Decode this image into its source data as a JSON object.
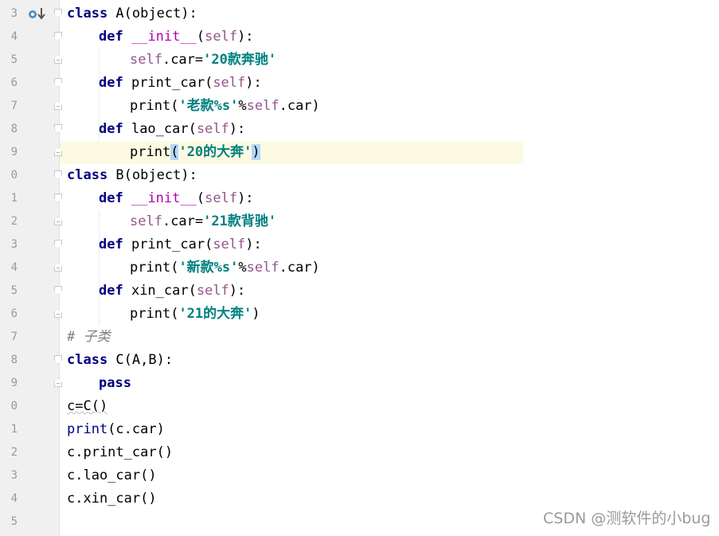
{
  "line_numbers": [
    "3",
    "4",
    "5",
    "6",
    "7",
    "8",
    "9",
    "0",
    "1",
    "2",
    "3",
    "4",
    "5",
    "6",
    "7",
    "8",
    "9",
    "0",
    "1",
    "2",
    "3",
    "4",
    "5"
  ],
  "code": {
    "l1": {
      "kw": "class",
      "rest": " A(object):"
    },
    "l2": {
      "kw": "def",
      "sp": " ",
      "magic": "__init__",
      "p1": "(",
      "self": "self",
      "p2": "):"
    },
    "l3": {
      "self": "self",
      "mid": ".car=",
      "str": "'20款奔驰'"
    },
    "l4": {
      "kw": "def",
      "name": " print_car(",
      "self": "self",
      "p2": "):"
    },
    "l5": {
      "fn": "print",
      "p1": "(",
      "str": "'老款%s'",
      "op": "%",
      "self": "self",
      "tail": ".car)"
    },
    "l6": {
      "kw": "def",
      "name": " lao_car(",
      "self": "self",
      "p2": "):"
    },
    "l7": {
      "fn": "print",
      "p1": "(",
      "str": "'20的大奔'",
      "p2": ")"
    },
    "l8": {
      "kw": "class",
      "rest": " B(object):"
    },
    "l9": {
      "kw": "def",
      "sp": " ",
      "magic": "__init__",
      "p1": "(",
      "self": "self",
      "p2": "):"
    },
    "l10": {
      "self": "self",
      "mid": ".car=",
      "str": "'21款背驰'"
    },
    "l11": {
      "kw": "def",
      "name": " print_car(",
      "self": "self",
      "p2": "):"
    },
    "l12": {
      "fn": "print",
      "p1": "(",
      "str": "'新款%s'",
      "op": "%",
      "self": "self",
      "tail": ".car)"
    },
    "l13": {
      "kw": "def",
      "name": " xin_car(",
      "self": "self",
      "p2": "):"
    },
    "l14": {
      "fn": "print",
      "p1": "(",
      "str": "'21的大奔'",
      "p2": ")"
    },
    "l15": {
      "cmt": "# 子类"
    },
    "l16": {
      "kw": "class",
      "rest": " C(A,B):"
    },
    "l17": {
      "kw": "pass"
    },
    "l18": {
      "text": "c=C()"
    },
    "l19": {
      "fn": "print",
      "rest": "(c.car)"
    },
    "l20": {
      "text": "c.print_car()"
    },
    "l21": {
      "text": "c.lao_car()"
    },
    "l22": {
      "text": "c.xin_car()"
    },
    "l23": {
      "text": ""
    }
  },
  "gutter_icons": [
    "override-method-icon",
    "implemented-arrow-icon"
  ],
  "colors": {
    "keyword": "#000080",
    "self": "#94558d",
    "string": "#008080",
    "comment": "#808080",
    "magic": "#b200b2",
    "current_line": "#fcfae2",
    "selection": "#b3d7ff"
  },
  "watermark": "CSDN @测软件的小bug"
}
